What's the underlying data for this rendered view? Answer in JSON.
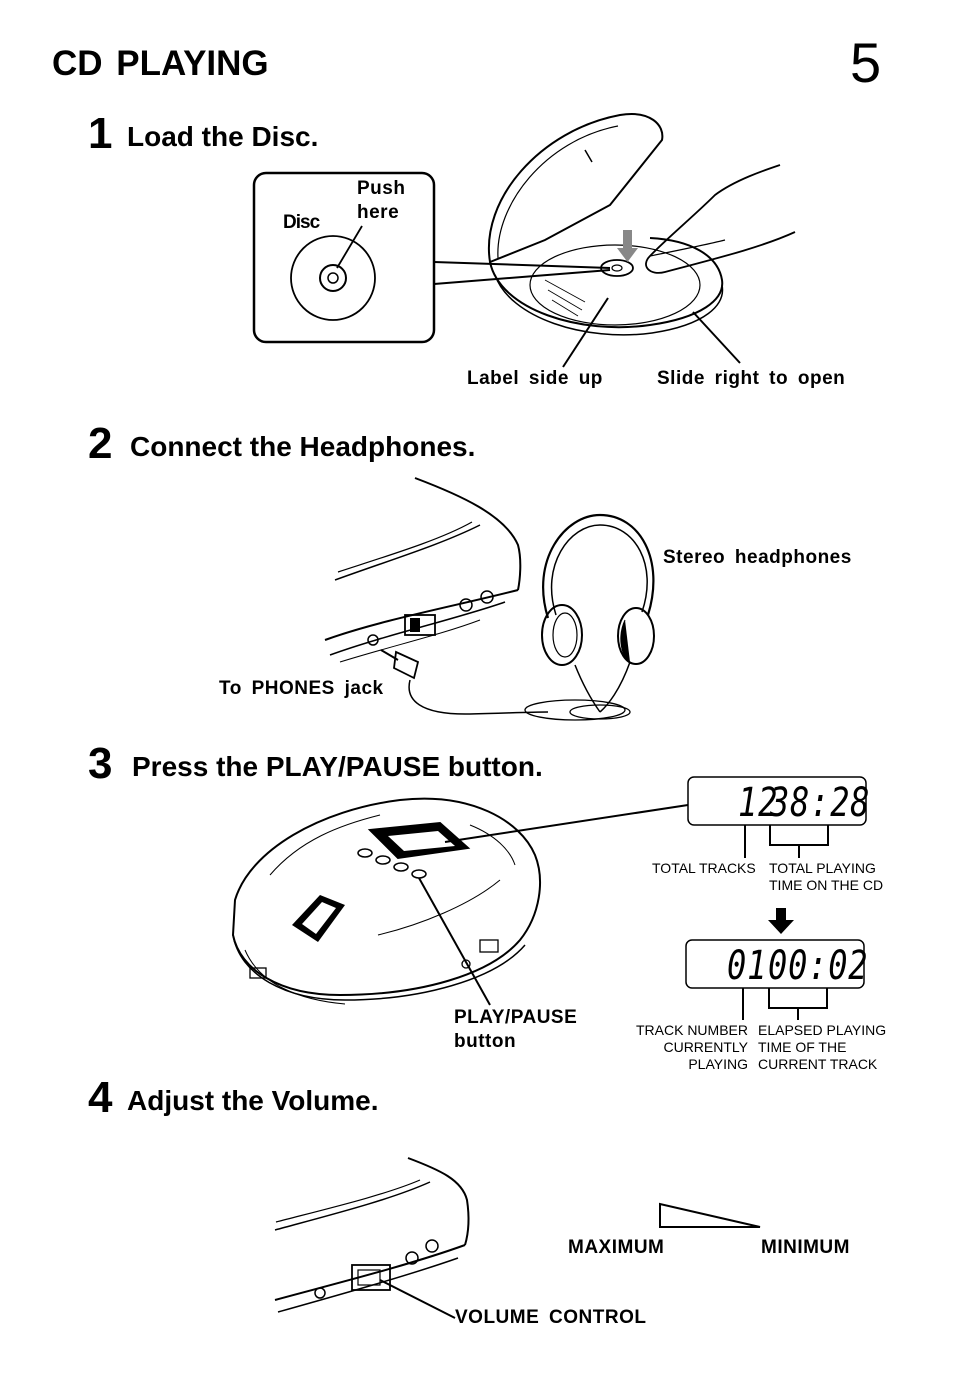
{
  "page": {
    "title": "CD PLAYING",
    "number": "5"
  },
  "step1": {
    "num": "1",
    "title": "Load the Disc.",
    "inset_disc": "Disc",
    "inset_push_line1": "Push",
    "inset_push_line2": "here",
    "label_side_up": "Label side up",
    "slide_right": "Slide right to open"
  },
  "step2": {
    "num": "2",
    "title": "Connect the Headphones.",
    "stereo": "Stereo headphones",
    "phones_jack": "To PHONES jack"
  },
  "step3": {
    "num": "3",
    "title": "Press the PLAY/PAUSE button.",
    "lcd1": {
      "tracks": "12",
      "time": "38:28"
    },
    "total_tracks": "TOTAL TRACKS",
    "total_time_line1": "TOTAL PLAYING",
    "total_time_line2": "TIME ON THE CD",
    "lcd2": {
      "track": "01",
      "time": "00:02"
    },
    "track_num_line1": "TRACK NUMBER",
    "track_num_line2": "CURRENTLY",
    "track_num_line3": "PLAYING",
    "elapsed_line1": "ELAPSED PLAYING",
    "elapsed_line2": "TIME OF THE",
    "elapsed_line3": "CURRENT TRACK",
    "play_pause_line1": "PLAY/PAUSE",
    "play_pause_line2": "button"
  },
  "step4": {
    "num": "4",
    "title": "Adjust the Volume.",
    "maximum": "MAXIMUM",
    "minimum": "MINIMUM",
    "volume_control": "VOLUME CONTROL"
  }
}
